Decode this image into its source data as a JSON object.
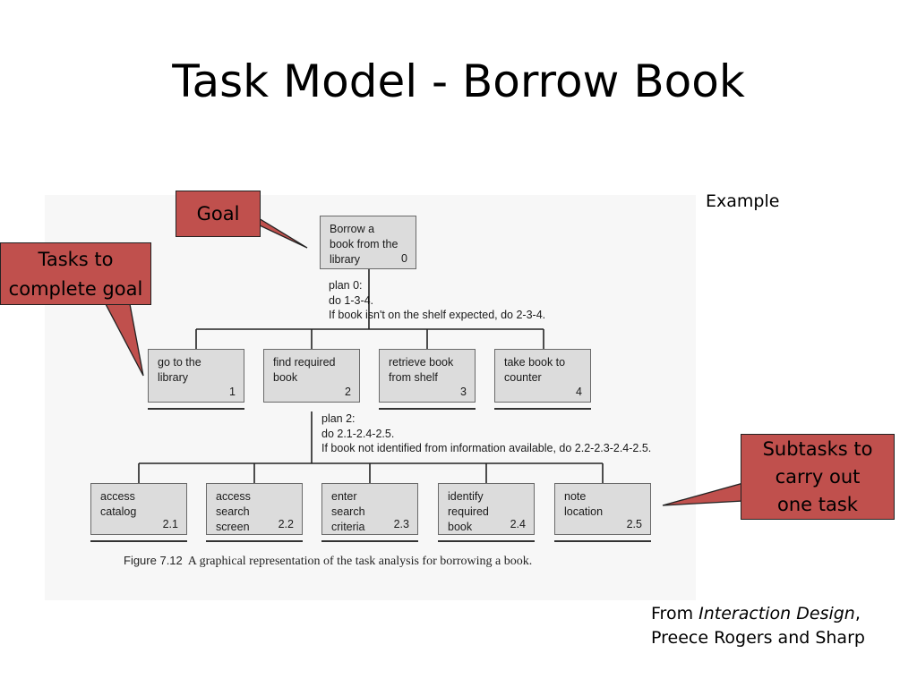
{
  "slide": {
    "title": "Task Model - Borrow Book",
    "bullets": [
      "Example"
    ],
    "source_line1_prefix": "From ",
    "source_line1_italic": "Interaction Design",
    "source_line1_suffix": ",",
    "source_line2": "Preece Rogers and Sharp"
  },
  "diagram": {
    "root": {
      "label": "Borrow a\nbook from the\nlibrary",
      "num": "0"
    },
    "plan0": "plan 0:\ndo 1-3-4.\nIf book isn't on the shelf expected, do 2-3-4.",
    "tasks": [
      {
        "label": "go to the\nlibrary",
        "num": "1"
      },
      {
        "label": "find required\nbook",
        "num": "2"
      },
      {
        "label": "retrieve book\nfrom shelf",
        "num": "3"
      },
      {
        "label": "take book to\ncounter",
        "num": "4"
      }
    ],
    "plan2": "plan 2:\ndo 2.1-2.4-2.5.\nIf book not identified from information available, do 2.2-2.3-2.4-2.5.",
    "subtasks": [
      {
        "label": "access\ncatalog",
        "num": "2.1"
      },
      {
        "label": "access\nsearch\nscreen",
        "num": "2.2"
      },
      {
        "label": "enter\nsearch\ncriteria",
        "num": "2.3"
      },
      {
        "label": "identify\nrequired\nbook",
        "num": "2.4"
      },
      {
        "label": "note\nlocation",
        "num": "2.5"
      }
    ],
    "caption_number": "Figure 7.12",
    "caption_text": "A graphical representation of the task analysis for borrowing a book."
  },
  "callouts": {
    "goal": "Goal",
    "tasks_line1": "Tasks to",
    "tasks_line2": "complete goal",
    "subtasks_line1": "Subtasks to",
    "subtasks_line2": "carry out",
    "subtasks_line3": "one task"
  },
  "colors": {
    "callout_fill": "#c0504d",
    "box_fill": "#dcdcdc"
  }
}
